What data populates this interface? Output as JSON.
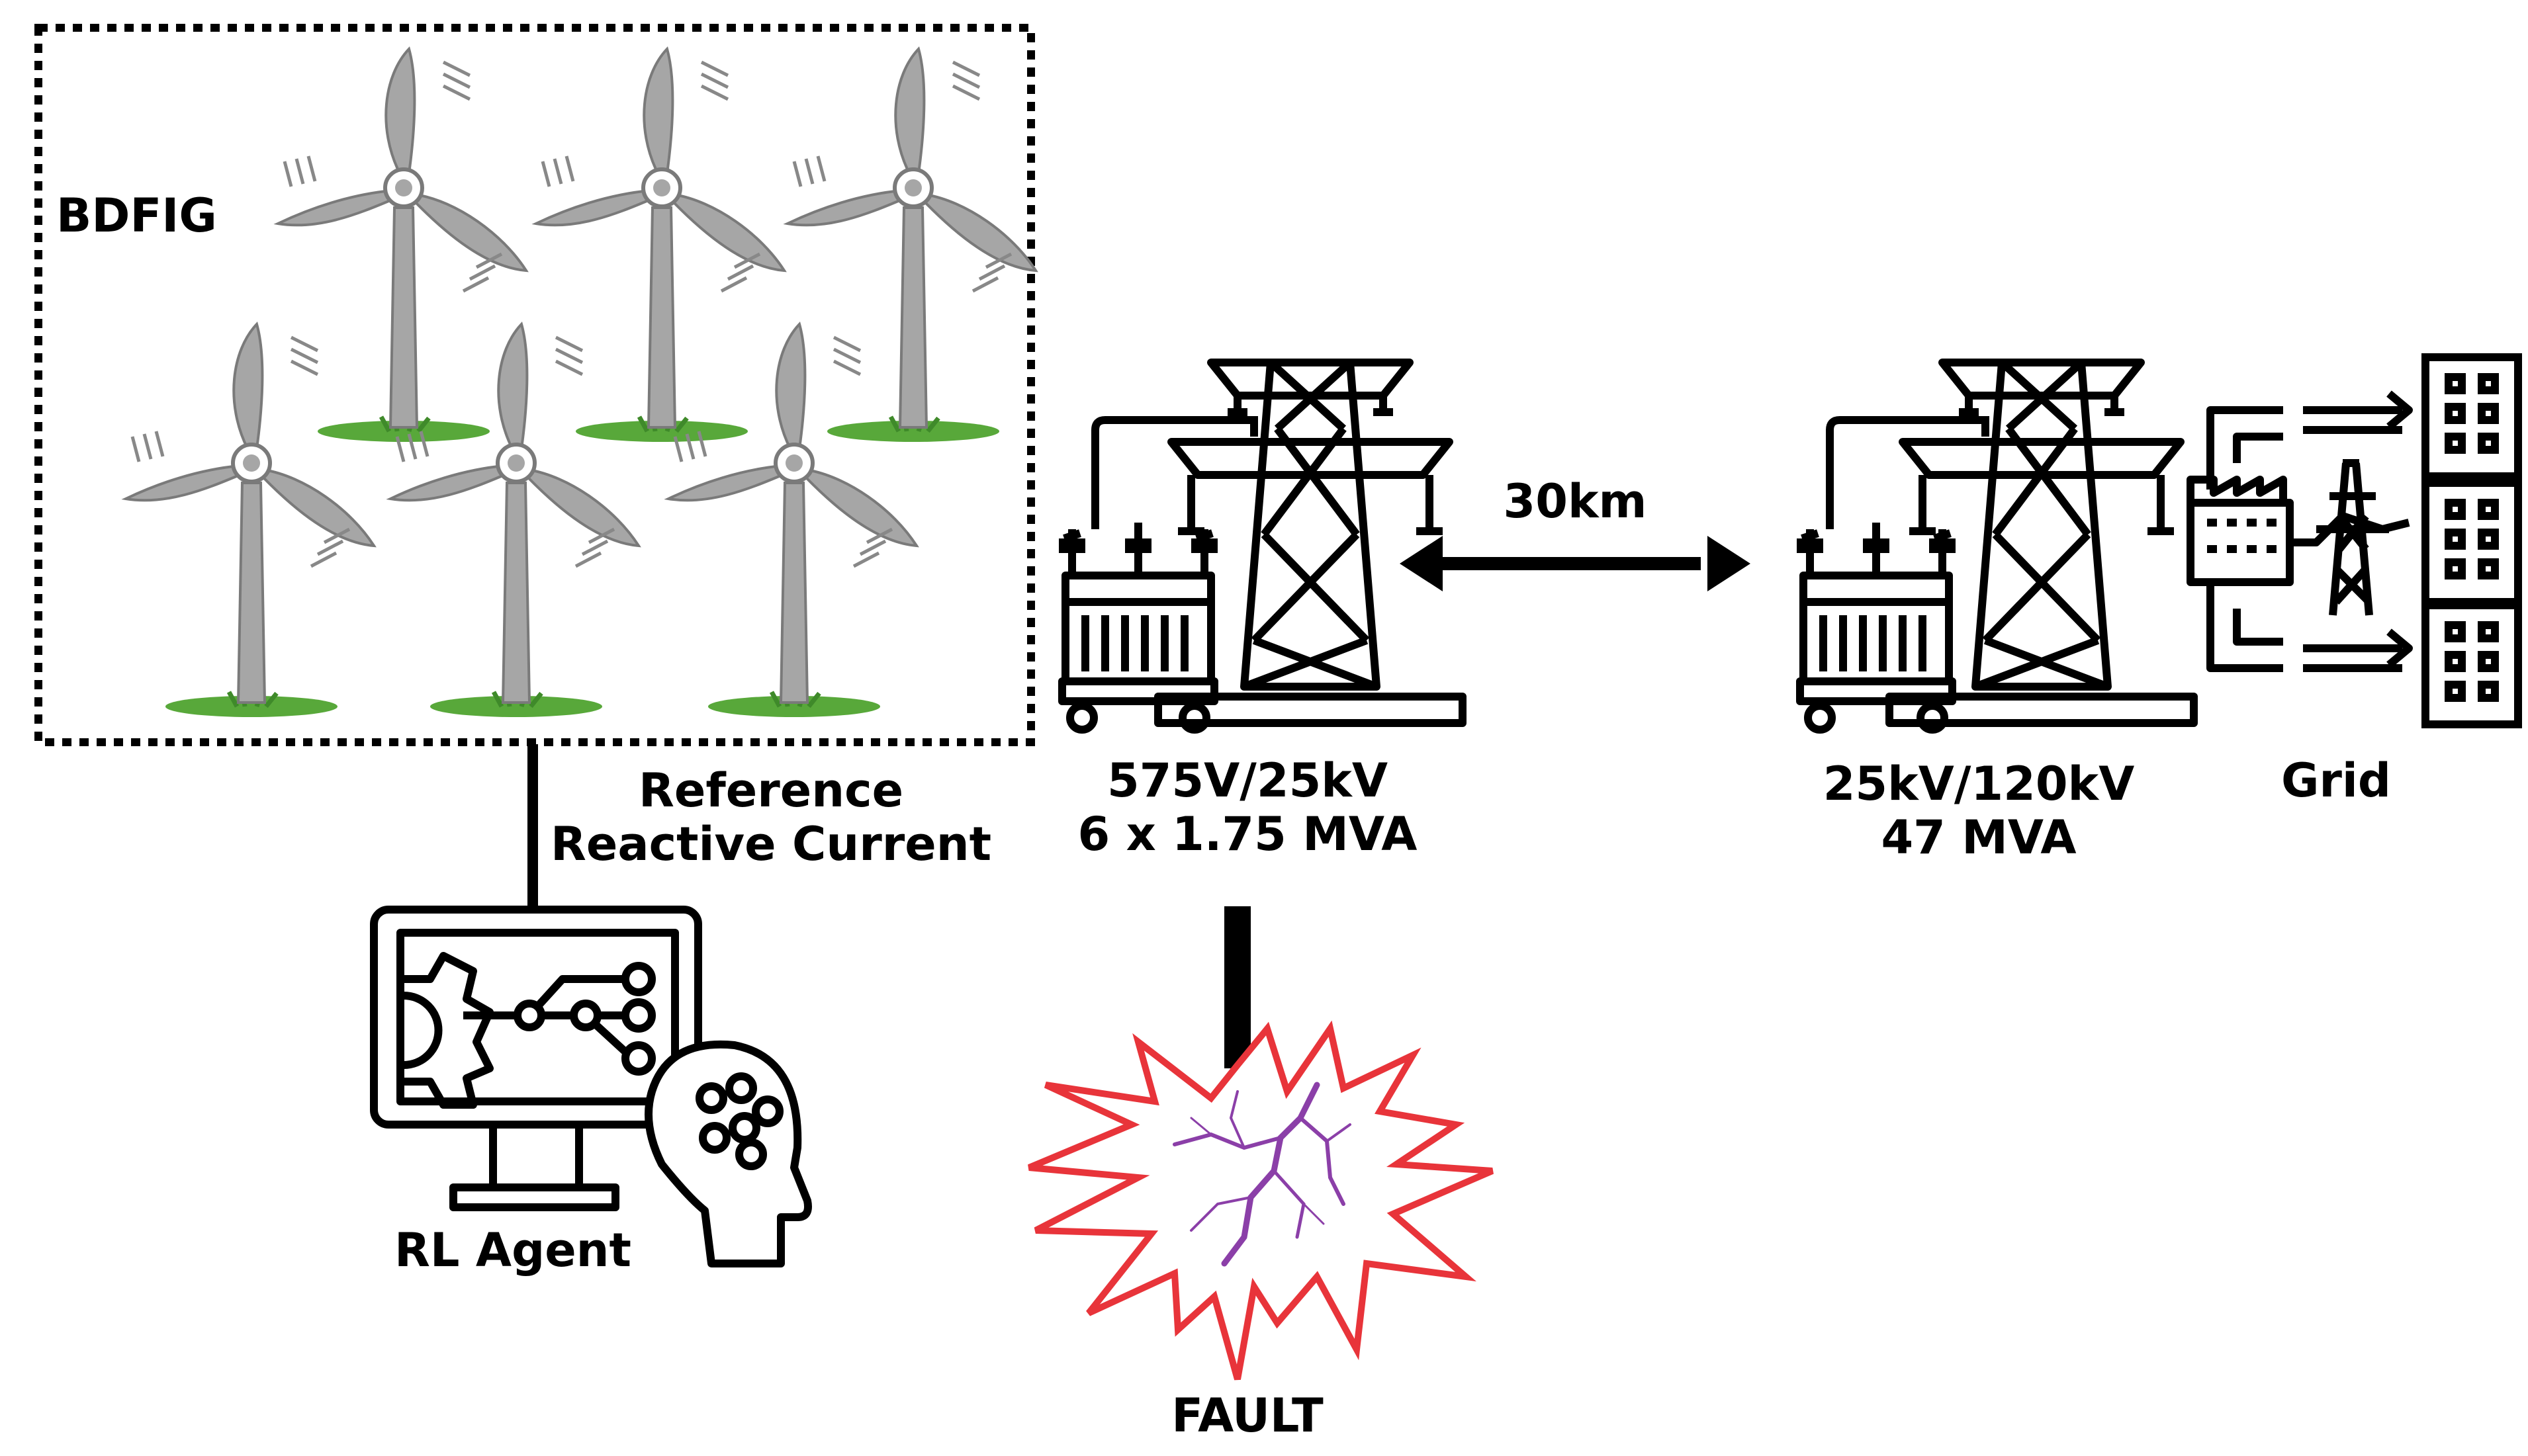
{
  "farm": {
    "label": "BDFIG",
    "turbine_count": 6
  },
  "agent": {
    "label": "RL Agent",
    "signal_line1": "Reference",
    "signal_line2": "Reactive Current"
  },
  "transformer_1": {
    "line1": "575V/25kV",
    "line2": "6 x 1.75 MVA"
  },
  "transmission": {
    "distance": "30km"
  },
  "transformer_2": {
    "line1": "25kV/120kV",
    "line2": "47 MVA"
  },
  "grid": {
    "label": "Grid"
  },
  "fault": {
    "label": "FAULT"
  },
  "colors": {
    "turbine": "#a6a6a6",
    "turbine_edge": "#7a7a7a",
    "grass": "#58a83a",
    "fault_outline": "#e8343a",
    "lightning": "#8b3fa8",
    "ink": "#000000"
  }
}
